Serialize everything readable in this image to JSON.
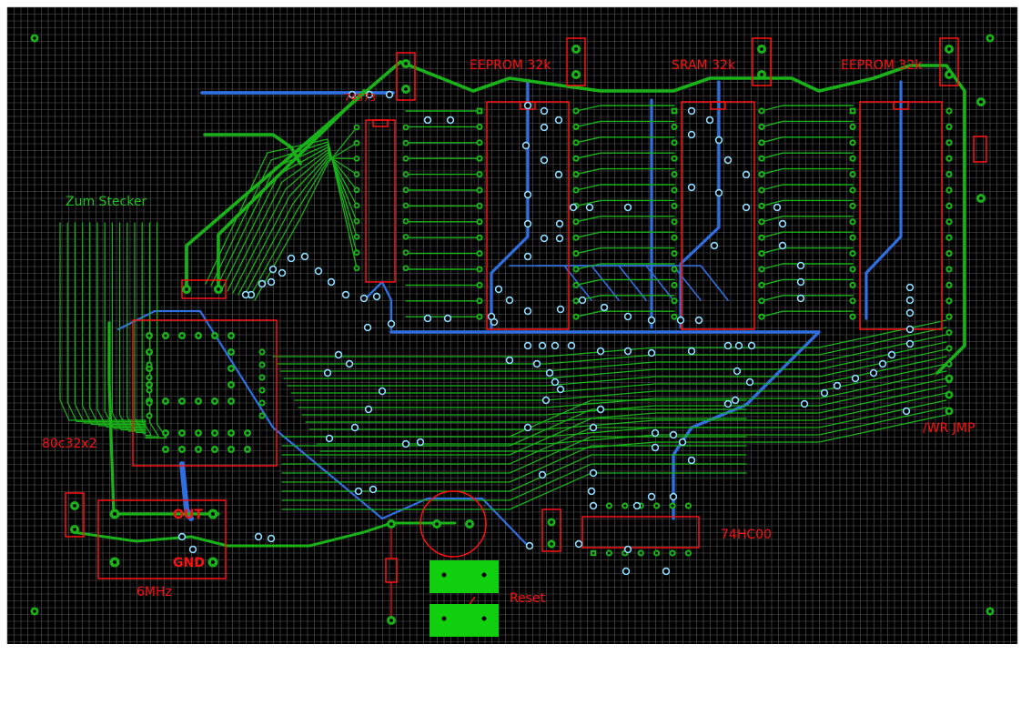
{
  "colors": {
    "background": "#000000",
    "grid": "#5a5a5a",
    "trace_top": "#19b219",
    "trace_bottom": "#2f6fe0",
    "via": "#8fdcff",
    "silkscreen": "#ff1010",
    "label_text": "#1fc21f",
    "switch_pad": "#0fcf0f"
  },
  "labels": {
    "eeprom1": "EEPROM 32k",
    "sram": "SRAM 32k",
    "eeprom2": "EEPROM 32k",
    "latch": "74573",
    "connector": "Zum Stecker",
    "mcu": "80c32x2",
    "wr_jumper": "/WR JMP",
    "gate": "74HC00",
    "oscillator": "6MHz",
    "osc_out": "OUT",
    "osc_gnd": "GND",
    "reset": "Reset"
  },
  "components": [
    {
      "id": "mcu",
      "name": "80c32x2",
      "package": "PLCC-44"
    },
    {
      "id": "latch",
      "name": "74573",
      "package": "DIP-20"
    },
    {
      "id": "eeprom1",
      "name": "EEPROM 32k",
      "package": "DIP-28"
    },
    {
      "id": "sram",
      "name": "SRAM 32k",
      "package": "DIP-28"
    },
    {
      "id": "eeprom2",
      "name": "EEPROM 32k",
      "package": "DIP-28"
    },
    {
      "id": "gate",
      "name": "74HC00",
      "package": "DIP-14"
    },
    {
      "id": "osc",
      "name": "6MHz",
      "package": "oscillator"
    },
    {
      "id": "reset",
      "name": "Reset",
      "package": "push-button"
    }
  ]
}
